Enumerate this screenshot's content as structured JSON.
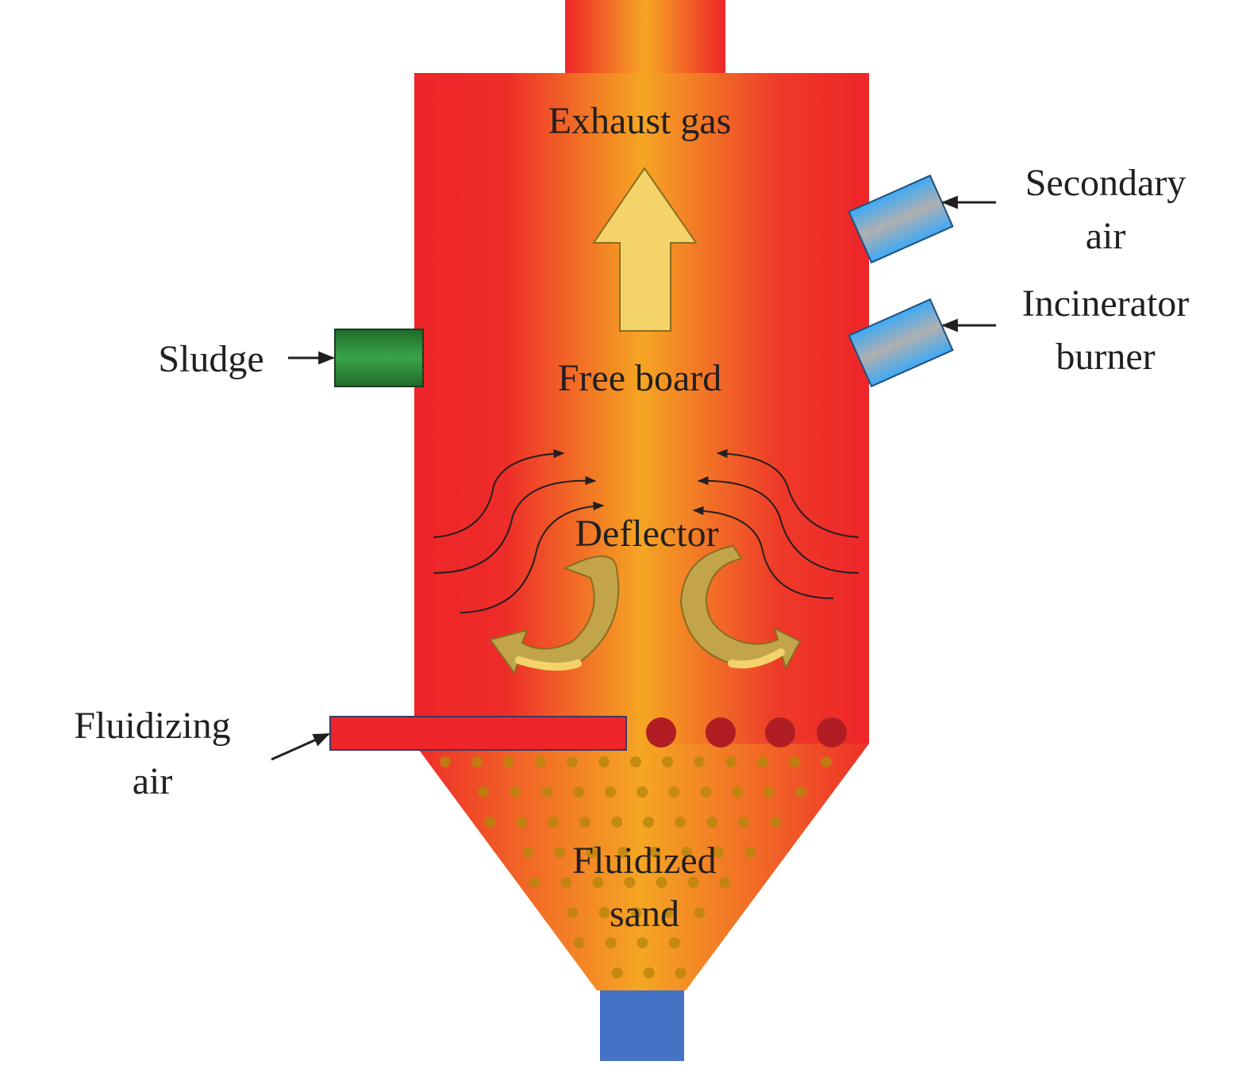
{
  "labels": {
    "exhaust_gas": "Exhaust gas",
    "free_board": "Free board",
    "deflector": "Deflector",
    "fluidized_sand_line1": "Fluidized",
    "fluidized_sand_line2": "sand",
    "sludge": "Sludge",
    "secondary_air_line1": "Secondary",
    "secondary_air_line2": "air",
    "incinerator_burner_line1": "Incinerator",
    "incinerator_burner_line2": "burner",
    "fluidizing_air_line1": "Fluidizing",
    "fluidizing_air_line2": "air"
  },
  "colors": {
    "furnace_edge": "#ee2529",
    "furnace_center": "#f5a623",
    "sludge_inlet": "#2e8b3a",
    "air_nozzle_gray": "#b0b0b0",
    "air_nozzle_blue": "#3fa9f5",
    "fluidizing_pipe": "#ee2529",
    "sand_dot": "#b8860b",
    "bubble": "#b01e23",
    "outlet": "#4472c4",
    "flow_arrow": "#f5d36b",
    "deflector_arrow": "#c2a54b"
  }
}
